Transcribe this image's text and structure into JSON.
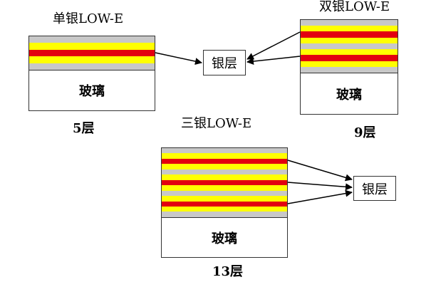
{
  "colors": {
    "gray": "#c8c8c8",
    "yellow": "#ffff00",
    "red": "#e3000f",
    "white": "#ffffff",
    "arrow": "#000000"
  },
  "panels": {
    "single": {
      "title": "单银LOW-E",
      "glass_label": "玻璃",
      "count_label": "5层",
      "layers": [
        "gray",
        "yellow",
        "red",
        "yellow",
        "gray"
      ]
    },
    "double": {
      "title": "双银LOW-E",
      "glass_label": "玻璃",
      "count_label": "9层",
      "layers": [
        "gray",
        "yellow",
        "red",
        "yellow",
        "gray",
        "yellow",
        "red",
        "yellow",
        "gray"
      ]
    },
    "triple": {
      "title": "三银LOW-E",
      "glass_label": "玻璃",
      "count_label": "13层",
      "layers": [
        "gray",
        "yellow",
        "red",
        "yellow",
        "gray",
        "yellow",
        "red",
        "yellow",
        "gray",
        "yellow",
        "red",
        "yellow",
        "gray"
      ]
    }
  },
  "silver_label_top": "银层",
  "silver_label_bottom": "银层"
}
